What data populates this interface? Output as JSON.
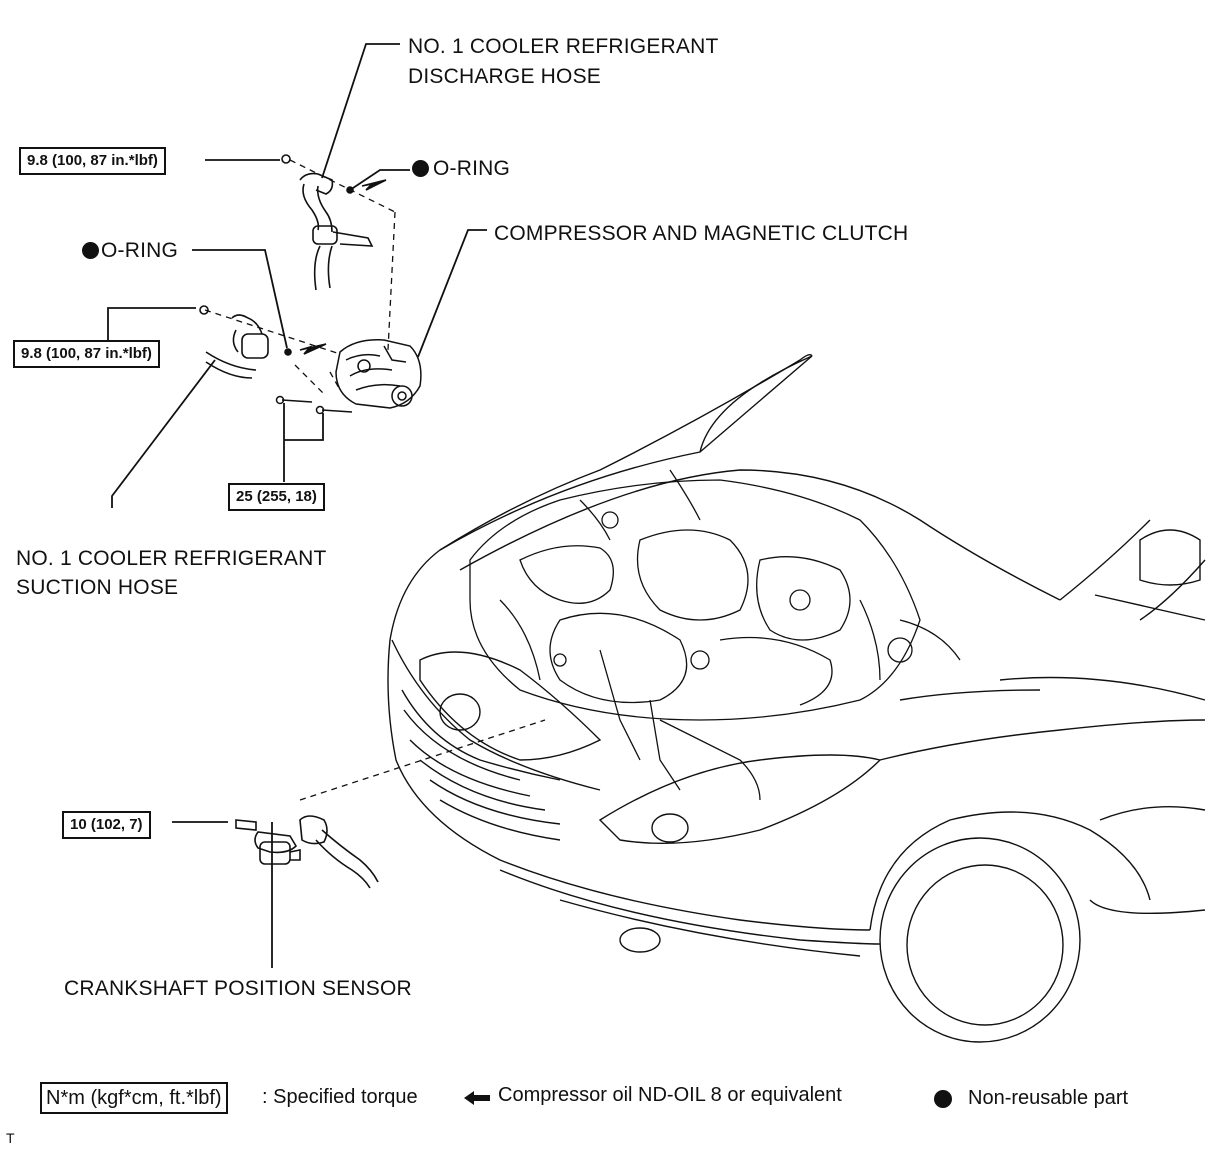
{
  "labels": {
    "discharge_hose_1": "NO. 1 COOLER REFRIGERANT",
    "discharge_hose_2": "DISCHARGE HOSE",
    "o_ring_top": "O-RING",
    "compressor": "COMPRESSOR AND MAGNETIC CLUTCH",
    "o_ring_left": "O-RING",
    "suction_hose_1": "NO. 1 COOLER REFRIGERANT",
    "suction_hose_2": "SUCTION  HOSE",
    "crankshaft_sensor": "CRANKSHAFT POSITION SENSOR"
  },
  "torques": {
    "discharge": "9.8 (100, 87 in.*lbf)",
    "suction": "9.8 (100, 87 in.*lbf)",
    "compressor_bolts": "25 (255, 18)",
    "sensor": "10 (102, 7)"
  },
  "legend": {
    "unit_box": "N*m (kgf*cm, ft.*lbf)",
    "specified_torque": ": Specified torque",
    "oil": "Compressor oil ND-OIL 8 or equivalent",
    "non_reusable": "Non-reusable part"
  },
  "corner_mark": "T"
}
